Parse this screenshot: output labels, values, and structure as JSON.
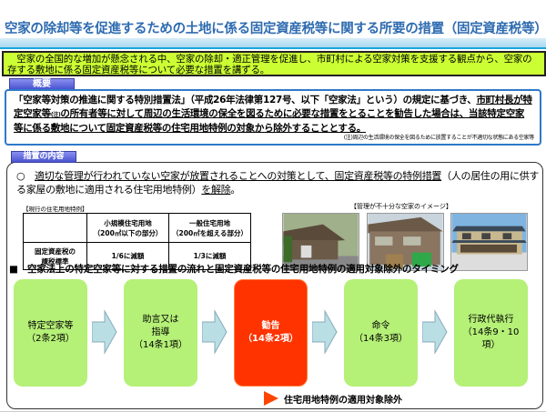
{
  "title": "空家の除却等を促進するための土地に係る固定資産税等に関する所要の措置（固定資産税等）",
  "intro": "　空家の全国的な増加が懸念される中、空家の除却・適正管理を促進し、市町村による空家対策を支援する観点から、空家の存する敷地に係る固定資産税等について必要な措置を講ずる。",
  "summary": {
    "tab": "概要",
    "text_a": "「空家等対策の推進に関する特別措置法」（平成26年法律第127号、以下「空家法」という）の規定に基づき、",
    "text_b": "市町村長が特定空家等",
    "note_mark": "(注)",
    "text_c": "の所有者等に対して周辺の生活環境の保全を図るために必要な措置をとることを勧告した場合は、当該特定空家等に係る敷地について固定資産税等の住宅用地特例の対象から除外することとする。",
    "note": "(注)周辺の生活環境の保全を図るために放置することが不適切な状態にある空家等"
  },
  "measures": {
    "tab": "措置の内容",
    "bullet_mark": "○",
    "bullet_u1": "適切な管理が行われていない空家が放置されることへの対策として、固定資産税等の特例措置",
    "bullet_b": "（人の居住の用に供する家屋の敷地に適用される住宅用地特例）",
    "bullet_u2": "を解除",
    "bullet_end": "。",
    "current_label": "【現行の住宅用地特例】",
    "table": {
      "headers": [
        "",
        "小規模住宅用地\n（200㎡以下の部分）",
        "一般住宅用地\n（200㎡を超える部分）"
      ],
      "row": [
        "固定資産税の\n課税標準",
        "1/6に減額",
        "1/3に減額"
      ]
    },
    "photo_caption": "【管理が不十分な空家のイメージ】",
    "heading": "■　空家法上の特定空家等に対する措置の流れと固定資産税等の住宅用地特例の適用対象除外のタイミング",
    "flow": [
      {
        "label": "特定空家等\n（2条2項）"
      },
      {
        "label": "助言又は\n指導\n（14条1項）"
      },
      {
        "label": "勧告\n（14条2項）",
        "highlight": true
      },
      {
        "label": "命令\n（14条3項）"
      },
      {
        "label": "行政代執行\n（14条9・10\n項）"
      }
    ],
    "legend": "住宅用地特例の適用対象除外"
  },
  "colors": {
    "title": "#2e6bb0",
    "intro_bg": "#ccff33",
    "flow_box": "#b5f077",
    "flow_highlight": "#ff3300",
    "arrow": "#b9dfe4"
  }
}
